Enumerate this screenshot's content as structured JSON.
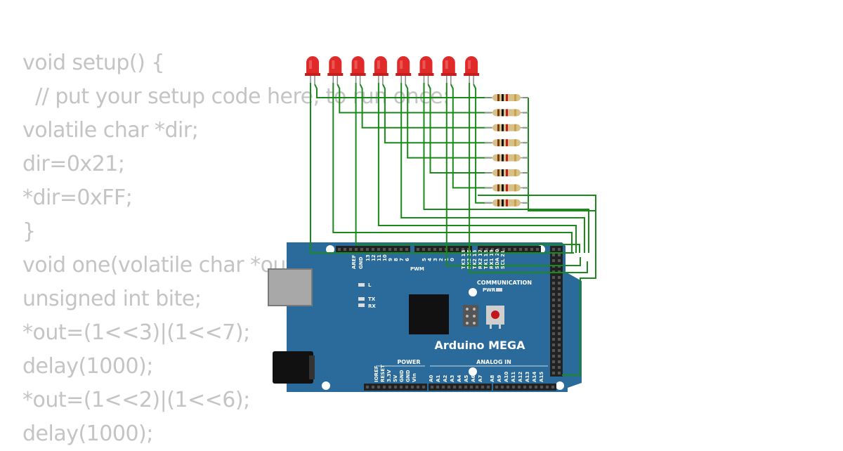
{
  "code": {
    "lines": [
      "void setup() {",
      "  // put your setup code here, to run once:",
      "volatile char *dir;",
      "dir=0x21;",
      "*dir=0xFF;",
      "}",
      "void one(volatile char *out){",
      "unsigned int bite;",
      "*out=(1<<3)|(1<<7);",
      "delay(1000);",
      "*out=(1<<2)|(1<<6);",
      "delay(1000);"
    ]
  },
  "board": {
    "name": "Arduino MEGA",
    "labels": {
      "pwm": "PWM",
      "communication": "COMMUNICATION",
      "power": "POWER",
      "analog_in": "ANALOG IN",
      "pwr": "PWR",
      "l": "L",
      "tx": "TX",
      "rx": "RX",
      "aref": "AREF",
      "gnd": "GND"
    },
    "top_pins": [
      "13",
      "12",
      "11",
      "10",
      "9",
      "8",
      "7",
      "6",
      "5",
      "4",
      "3",
      "2",
      "1",
      "0"
    ],
    "comm_pins": [
      "TX3 14",
      "RX3 15",
      "TX2 16",
      "RX2 17",
      "TX1 18",
      "RX1 19",
      "SDA 20",
      "SCL 21"
    ],
    "power_pins": [
      "IOREF",
      "RESET",
      "3.3V",
      "5V",
      "GND",
      "GND",
      "Vin"
    ],
    "analog_pins": [
      "A0",
      "A1",
      "A2",
      "A3",
      "A4",
      "A5",
      "A6",
      "A7",
      "A8",
      "A9",
      "A10",
      "A11",
      "A12",
      "A13",
      "A14",
      "A15"
    ]
  },
  "components": {
    "led_count": 8,
    "resistor_count": 8
  },
  "colors": {
    "pcb": "#2b6b9c",
    "wire": "#1a8a1a",
    "led": "#e02a2a",
    "header": "#222222",
    "usb": "#a8a8a8",
    "chip": "#111111",
    "code_text": "#c4c4c4"
  }
}
